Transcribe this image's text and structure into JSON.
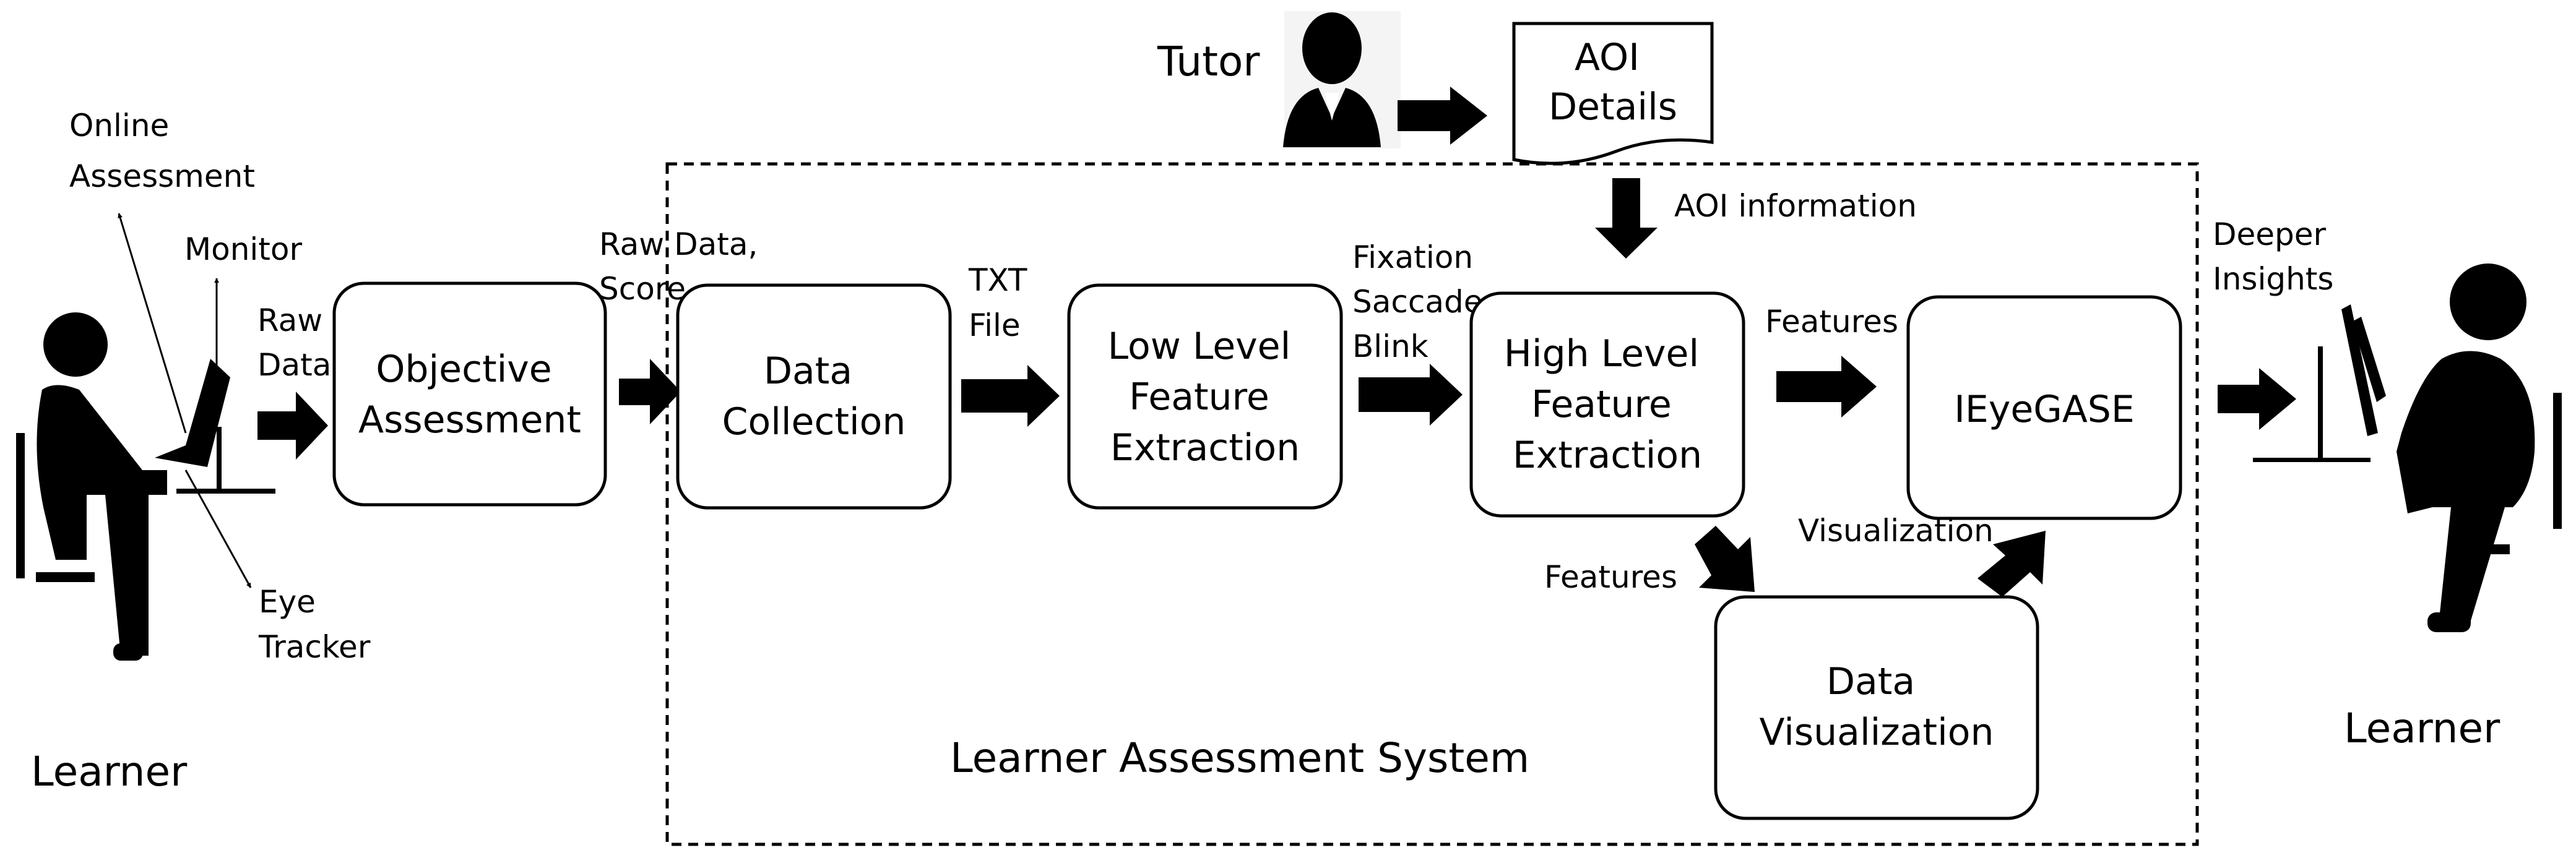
{
  "learner_left": {
    "label": "Learner",
    "online_assessment": [
      "Online",
      "Assessment"
    ],
    "monitor": "Monitor",
    "eye_tracker": [
      "Eye",
      "Tracker"
    ],
    "raw_data": [
      "Raw",
      "Data"
    ]
  },
  "tutor": {
    "label": "Tutor",
    "aoi_details": [
      "AOI",
      "Details"
    ],
    "aoi_information": "AOI information"
  },
  "boxes": {
    "objective_assessment": [
      "Objective",
      "Assessment"
    ],
    "data_collection": [
      "Data",
      "Collection"
    ],
    "low_level": [
      "Low Level",
      "Feature",
      "Extraction"
    ],
    "high_level": [
      "High Level",
      "Feature",
      "Extraction"
    ],
    "ieyegase": [
      "IEyeGASE"
    ],
    "data_visualization": [
      "Data",
      "Visualization"
    ]
  },
  "edges": {
    "raw_data_score": [
      "Raw Data,",
      "Score"
    ],
    "txt_file": [
      "TXT",
      "File"
    ],
    "fixation": [
      "Fixation",
      "Saccade",
      "Blink"
    ],
    "features_top": "Features",
    "features_bottom": "Features",
    "visualization": "Visualization",
    "deeper_insights": [
      "Deeper",
      "Insights"
    ]
  },
  "system_label": "Learner Assessment System",
  "learner_right": {
    "label": "Learner"
  }
}
